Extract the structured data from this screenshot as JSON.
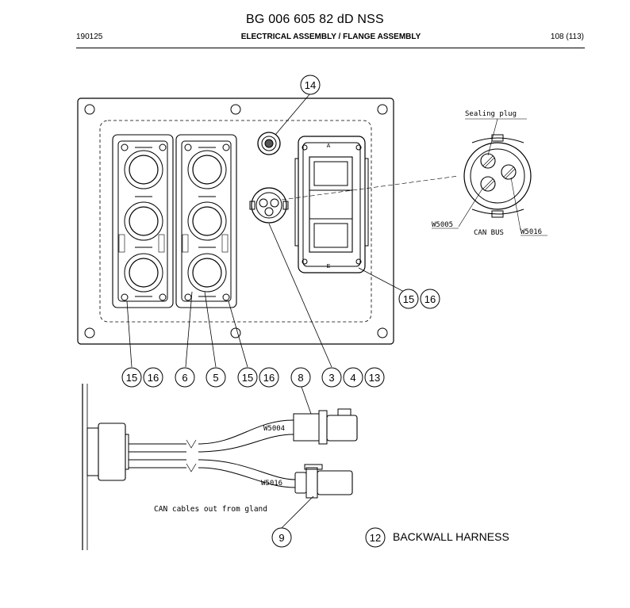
{
  "header": {
    "title": "BG 006 605 82 dD NSS",
    "doc_number": "190125",
    "section": "ELECTRICAL ASSEMBLY / FLANGE ASSEMBLY",
    "page": "108 (113)"
  },
  "callouts": {
    "c14": "14",
    "c15a": "15",
    "c16a": "16",
    "c15b": "15",
    "c16b": "16",
    "c15c": "15",
    "c16c": "16",
    "c6": "6",
    "c5": "5",
    "c3": "3",
    "c4": "4",
    "c13": "13",
    "c8": "8",
    "c9": "9",
    "c12": "12"
  },
  "labels": {
    "sealing_plug": "Sealing plug",
    "w5005": "W5005",
    "can_bus": "CAN BUS",
    "w5016_detail": "W5016",
    "w5004": "W5004",
    "w5016_cable": "W5016",
    "can_cables": "CAN cables out from gland",
    "connector_a": "A",
    "connector_e": "E"
  },
  "legend": {
    "backwall_harness": "BACKWALL HARNESS"
  }
}
